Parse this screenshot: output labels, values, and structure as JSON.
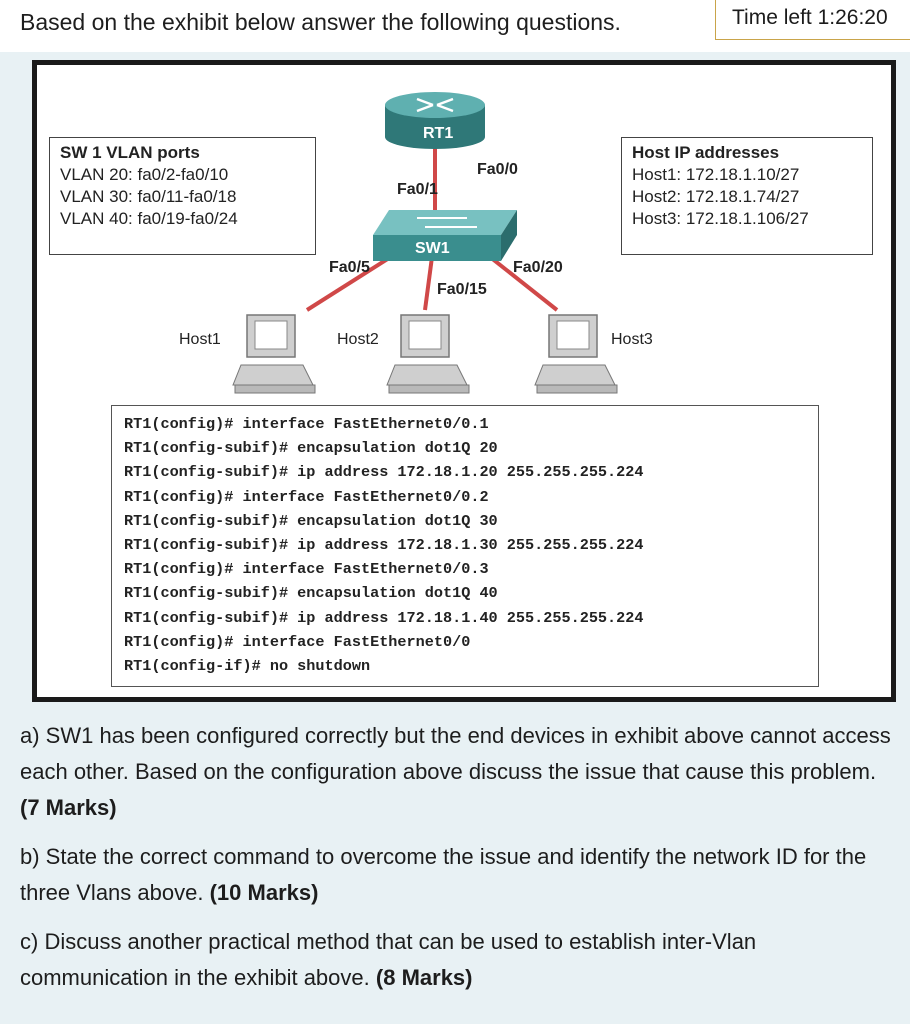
{
  "prompt": "Based on the exhibit below answer the following questions.",
  "timer": "Time left 1:26:20",
  "exhibit": {
    "router_label": "RT1",
    "switch_label": "SW1",
    "ports": {
      "fa0_0": "Fa0/0",
      "fa0_1": "Fa0/1",
      "fa0_5": "Fa0/5",
      "fa0_15": "Fa0/15",
      "fa0_20": "Fa0/20"
    },
    "hosts": [
      "Host1",
      "Host2",
      "Host3"
    ],
    "vlan_box": {
      "title": "SW 1 VLAN ports",
      "lines": [
        "VLAN 20: fa0/2-fa0/10",
        "VLAN 30: fa0/11-fa0/18",
        "VLAN 40: fa0/19-fa0/24"
      ]
    },
    "host_box": {
      "title": "Host IP addresses",
      "lines": [
        "Host1: 172.18.1.10/27",
        "Host2: 172.18.1.74/27",
        "Host3: 172.18.1.106/27"
      ]
    },
    "cli_lines": [
      "RT1(config)# interface FastEthernet0/0.1",
      "RT1(config-subif)# encapsulation dot1Q 20",
      "RT1(config-subif)# ip address 172.18.1.20 255.255.255.224",
      "RT1(config)# interface FastEthernet0/0.2",
      "RT1(config-subif)# encapsulation dot1Q 30",
      "RT1(config-subif)# ip address 172.18.1.30 255.255.255.224",
      "RT1(config)# interface FastEthernet0/0.3",
      "RT1(config-subif)# encapsulation dot1Q 40",
      "RT1(config-subif)# ip address 172.18.1.40 255.255.255.224",
      "RT1(config)# interface FastEthernet0/0",
      "RT1(config-if)# no shutdown"
    ],
    "colors": {
      "link": "#d04848",
      "router": "#3f8f8f",
      "switch": "#4a9b9b"
    }
  },
  "questions": [
    {
      "text": "a) SW1 has been configured correctly but the end devices in exhibit above cannot access each other. Based on the configuration above discuss the issue that cause this problem.",
      "marks": "(7 Marks)"
    },
    {
      "text": "b) State the correct command to overcome the issue and identify the network ID for the three Vlans above.",
      "marks": "(10 Marks)"
    },
    {
      "text": "c) Discuss another practical method that can be used to establish inter-Vlan communication in the exhibit above.",
      "marks": "(8 Marks)"
    }
  ]
}
